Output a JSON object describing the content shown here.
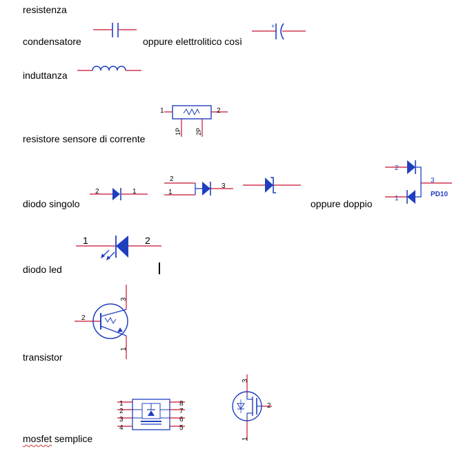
{
  "labels": {
    "resistenza": "resistenza",
    "condensatore": "condensatore",
    "elettrolitico": "oppure elettrolitico così",
    "induttanza": "induttanza",
    "resistore_sensore": "resistore sensore di corrente",
    "diodo_singolo": "diodo singolo",
    "oppure_doppio": "oppure doppio",
    "diodo_led": "diodo led",
    "transistor": "transistor",
    "mosfet_word": "mosfet",
    "mosfet_rest": " semplice"
  },
  "pins": {
    "sense_1": "1",
    "sense_2": "2",
    "sense_1p": "1P",
    "sense_2p": "2P",
    "diode1_2": "2",
    "diode1_1": "1",
    "diode2_2": "2",
    "diode2_1": "1",
    "diode2_3": "3",
    "dual_2": "2",
    "dual_1": "1",
    "dual_3": "3",
    "dual_part": "PD10",
    "led_1": "1",
    "led_2": "2",
    "tr_3": "3",
    "tr_2": "2",
    "tr_1": "1",
    "ic_1": "1",
    "ic_2": "2",
    "ic_3": "3",
    "ic_4": "4",
    "ic_5": "5",
    "ic_6": "6",
    "ic_7": "7",
    "ic_8": "8",
    "mos_3": "3",
    "mos_2": "2",
    "mos_1": "1"
  },
  "colors": {
    "wire": "#c8102e",
    "body": "#1f3fbf",
    "fill": "#1f3fbf",
    "text": "#000000"
  }
}
